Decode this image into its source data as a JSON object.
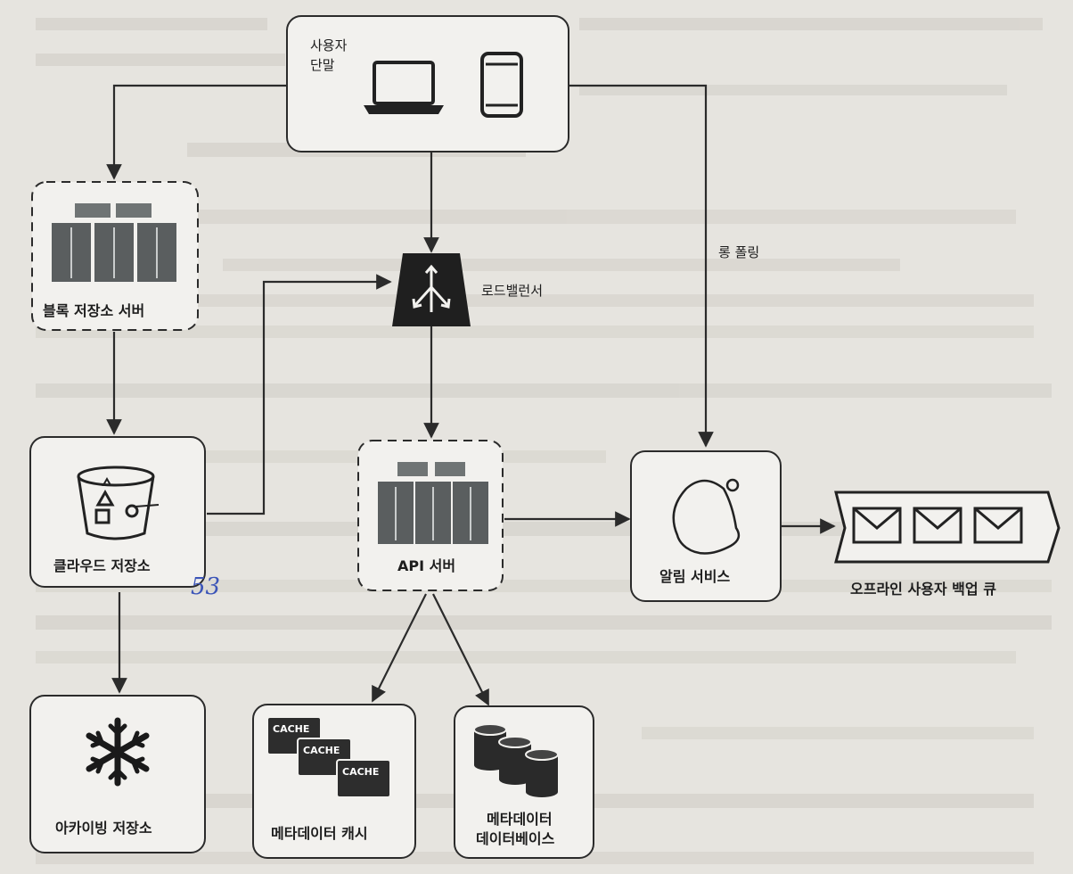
{
  "diagram": {
    "nodes": {
      "user_device": {
        "label_line1": "사용자",
        "label_line2": "단말"
      },
      "block_storage": {
        "label": "블록 저장소 서버"
      },
      "load_balancer": {
        "label": "로드밸런서"
      },
      "cloud_storage": {
        "label": "클라우드 저장소"
      },
      "api_server": {
        "label": "API 서버"
      },
      "notification": {
        "label": "알림 서비스"
      },
      "offline_queue": {
        "label": "오프라인 사용자 백업 큐"
      },
      "archive_storage": {
        "label": "아카이빙 저장소"
      },
      "metadata_cache": {
        "label": "메타데이터 캐시",
        "card_text": "CACHE"
      },
      "metadata_db": {
        "label_line1": "메타데이터",
        "label_line2": "데이터베이스"
      }
    },
    "edges": {
      "long_polling": {
        "label": "롱 폴링"
      }
    },
    "annotation": {
      "handwritten": "53"
    }
  },
  "colors": {
    "background": "#e6e4df",
    "node_fill": "#f2f1ee",
    "stroke": "#2b2b2b",
    "server_gray": "#5a5e5f",
    "handwriting_blue": "#3c55b8"
  },
  "icons": {
    "user_device": [
      "laptop-icon",
      "smartphone-icon"
    ],
    "block_storage": "server-rack-icon",
    "load_balancer": "load-balancer-icon",
    "cloud_storage": "bucket-icon",
    "api_server": "server-rack-icon",
    "notification": "bell-icon",
    "offline_queue": "envelope-icon",
    "archive_storage": "snowflake-icon",
    "metadata_cache": "cache-stack-icon",
    "metadata_db": "database-icon"
  }
}
